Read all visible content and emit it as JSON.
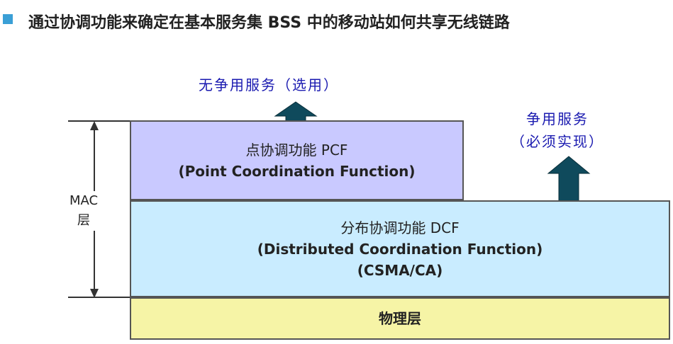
{
  "header": {
    "title": "通过协调功能来确定在基本服务集 BSS 中的移动站如何共享无线链路"
  },
  "diagram": {
    "pcf_service_label": "无争用服务（选用）",
    "dcf_service_label": {
      "line1": "争用服务",
      "line2": "（必须实现）"
    },
    "mac_label": {
      "line1": "MAC",
      "line2": "层"
    },
    "pcf_box": {
      "line1": "点协调功能 PCF",
      "line2": "(Point Coordination Function)"
    },
    "dcf_box": {
      "line1": "分布协调功能 DCF",
      "line2": "(Distributed Coordination Function)",
      "line3": "(CSMA/CA)"
    },
    "physical_box": {
      "label": "物理层"
    },
    "colors": {
      "pcf_fill": "#c9c9ff",
      "dcf_fill": "#c9ecff",
      "physical_fill": "#f6f4a6",
      "arrow_fill": "#0f4a5c",
      "service_text": "#1a1ab0",
      "bullet": "#3a9fd6"
    }
  }
}
